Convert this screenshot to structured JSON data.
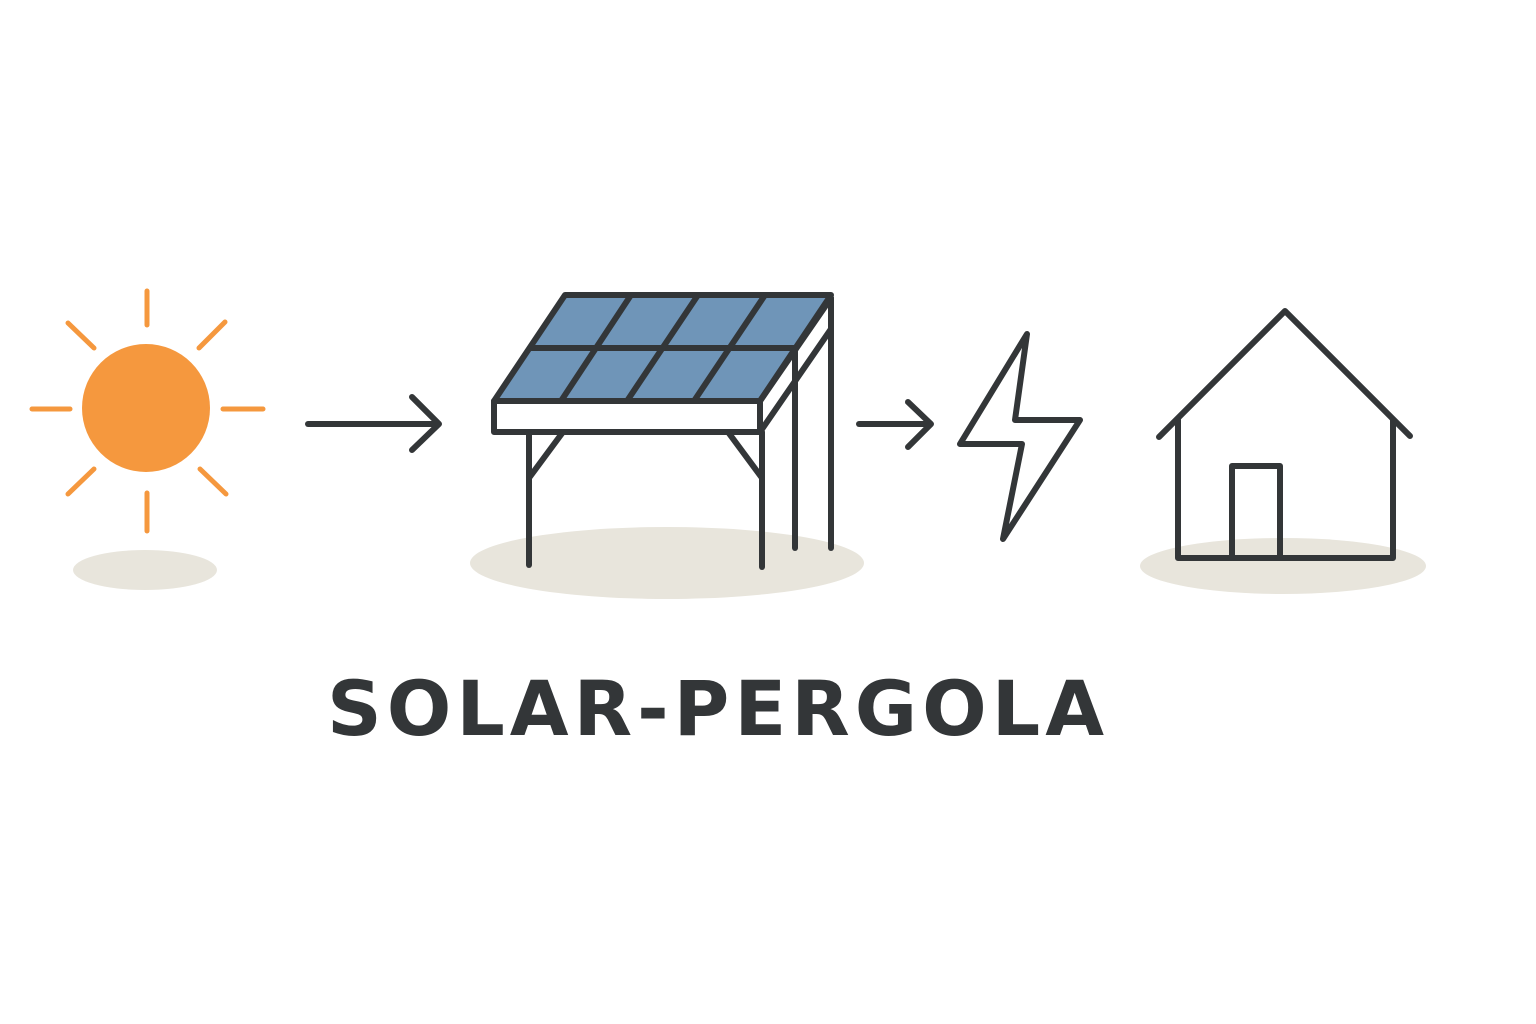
{
  "title": "SOLAR-PERGOLA",
  "flow": [
    {
      "id": "sun",
      "icon": "sun-icon"
    },
    {
      "id": "pergola",
      "icon": "solar-pergola-icon"
    },
    {
      "id": "electricity",
      "icon": "lightning-bolt-icon"
    },
    {
      "id": "house",
      "icon": "house-icon"
    }
  ],
  "connectors": [
    {
      "from": "sun",
      "to": "pergola",
      "icon": "arrow-right-icon"
    },
    {
      "from": "pergola",
      "to": "electricity",
      "icon": "arrow-right-icon"
    }
  ],
  "colors": {
    "sun": "#F5983E",
    "panel": "#6F95B8",
    "stroke": "#333638",
    "ground": "#E8E5DC",
    "background": "#FFFFFF",
    "text": "#333638"
  }
}
